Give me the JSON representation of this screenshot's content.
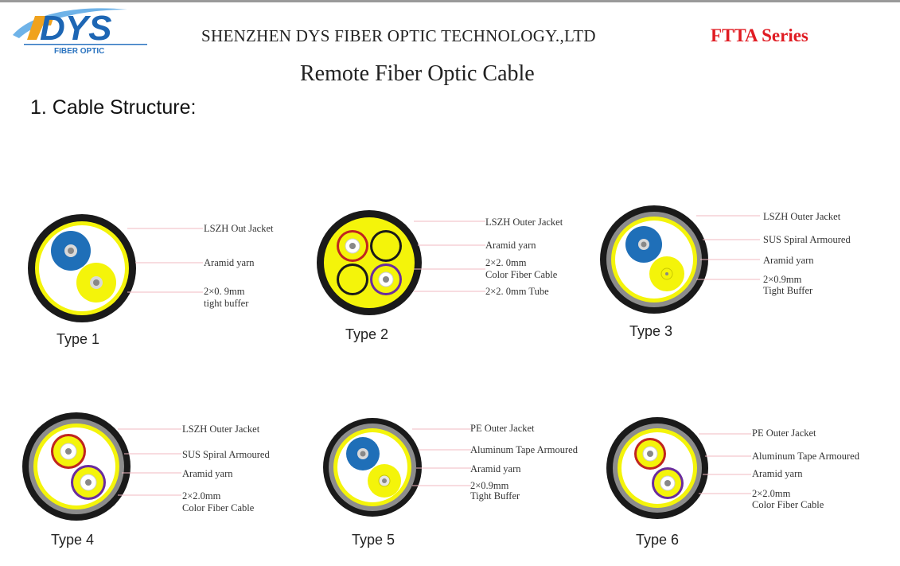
{
  "header": {
    "logo_text": "DYS",
    "logo_sub": "FIBER OPTIC",
    "company": "SHENZHEN DYS FIBER OPTIC TECHNOLOGY.,LTD",
    "series": "FTTA Series"
  },
  "title": "Remote Fiber Optic Cable",
  "section_heading": "1. Cable Structure:",
  "colors": {
    "jacket": "#1a1a1a",
    "armour": "#8c8c8c",
    "aramid": "#f4f40a",
    "blue_buffer": "#1f6fb8",
    "red_tube": "#c0251f",
    "purple_tube": "#6a2c9e",
    "series_red": "#e01b22"
  },
  "cables": [
    {
      "type": "Type 1",
      "labels": [
        "LSZH Out Jacket",
        "Aramid yarn",
        "2×0. 9mm",
        "tight buffer"
      ]
    },
    {
      "type": "Type 2",
      "labels": [
        "LSZH Outer Jacket",
        "Aramid yarn",
        "2×2. 0mm",
        "Color Fiber Cable",
        "2×2. 0mm Tube"
      ]
    },
    {
      "type": "Type 3",
      "labels": [
        "LSZH Outer Jacket",
        "SUS Spiral Armoured",
        "Aramid yarn",
        "2×0.9mm",
        "Tight Buffer"
      ]
    },
    {
      "type": "Type 4",
      "labels": [
        "LSZH Outer Jacket",
        "SUS Spiral Armoured",
        "Aramid yarn",
        "2×2.0mm",
        "Color Fiber Cable"
      ]
    },
    {
      "type": "Type 5",
      "labels": [
        "PE Outer Jacket",
        "Aluminum Tape Armoured",
        "Aramid yarn",
        "2×0.9mm",
        "Tight Buffer"
      ]
    },
    {
      "type": "Type 6",
      "labels": [
        "PE Outer Jacket",
        "Aluminum Tape Armoured",
        "Aramid yarn",
        "2×2.0mm",
        "Color Fiber Cable"
      ]
    }
  ]
}
